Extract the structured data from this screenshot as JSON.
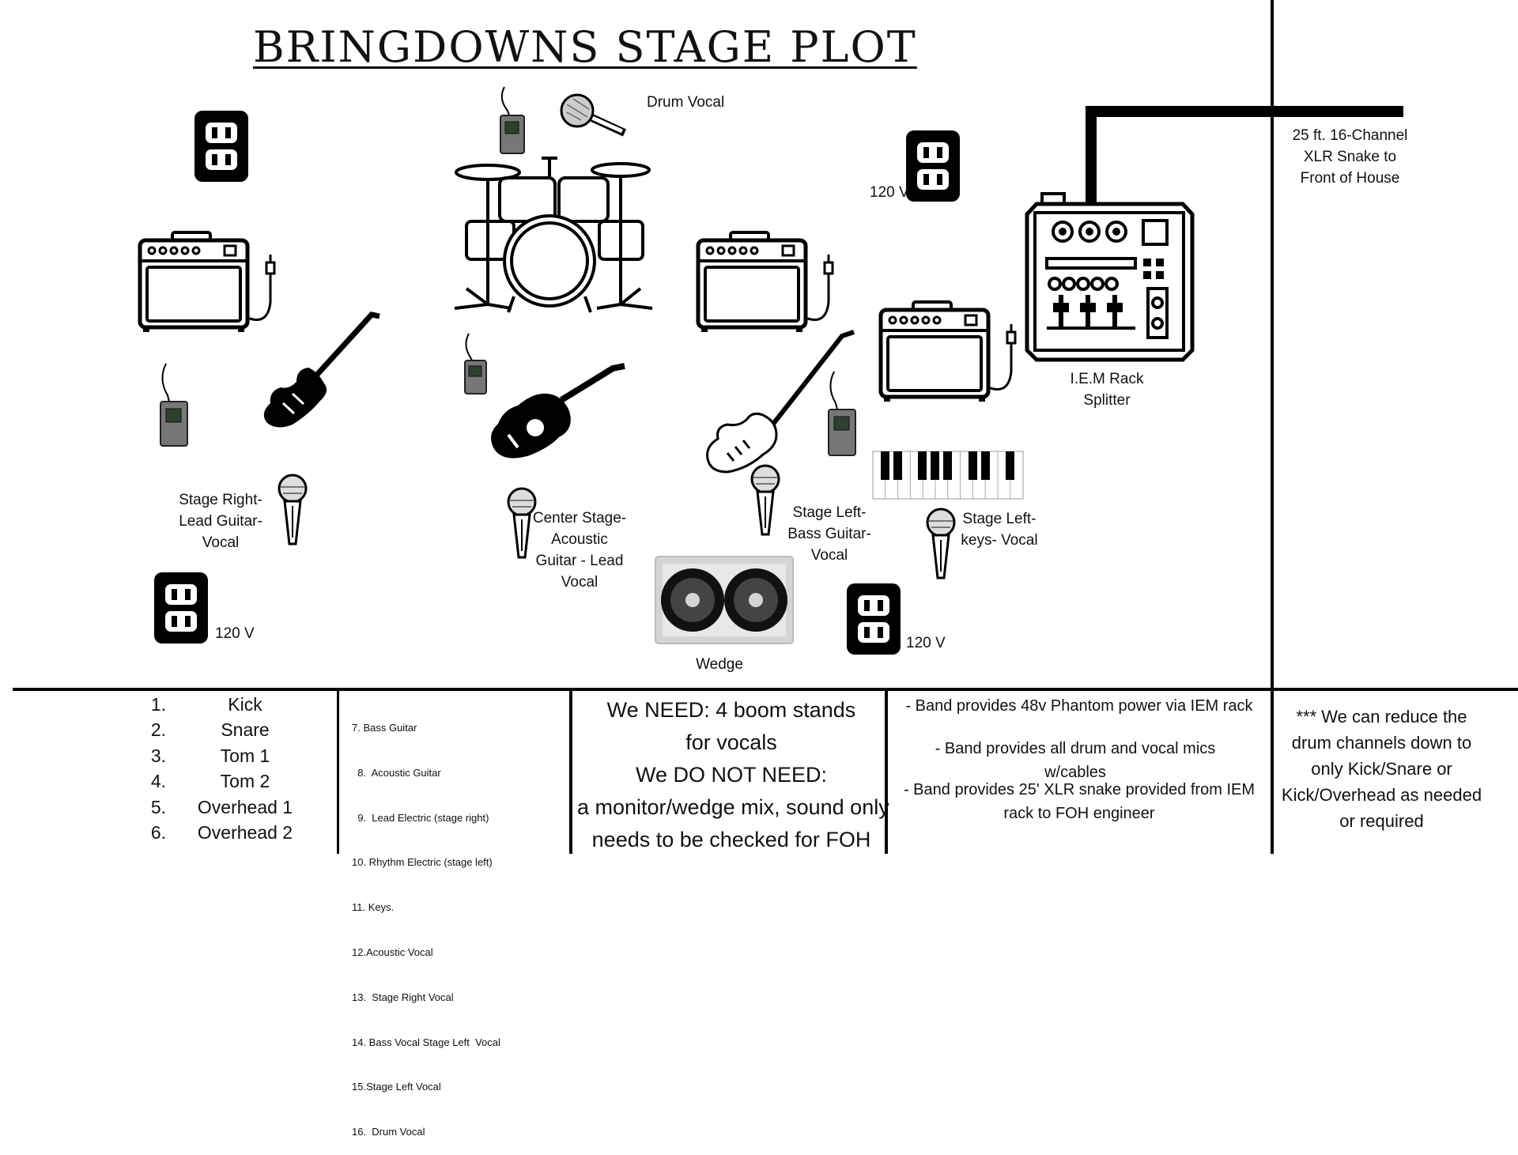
{
  "title": "BRINGDOWNS STAGE PLOT",
  "labels": {
    "drum_vocal": "Drum Vocal",
    "volt_1": "120 V",
    "volt_2": "120 V",
    "volt_3": "120 V",
    "snake": [
      "25 ft.  16-Channel",
      "XLR Snake to",
      "Front of House"
    ],
    "iem": [
      "I.E.M Rack",
      "Splitter"
    ],
    "stage_right": [
      "Stage Right-",
      "Lead Guitar-",
      "Vocal"
    ],
    "center_stage": [
      "Center Stage-",
      "Acoustic",
      "Guitar - Lead",
      "Vocal"
    ],
    "stage_left_bass": [
      "Stage Left-",
      "Bass Guitar-",
      "Vocal"
    ],
    "stage_left_keys": [
      "Stage Left-",
      "keys- Vocal"
    ],
    "wedge": "Wedge"
  },
  "channels": [
    {
      "n": "1.",
      "name": "Kick"
    },
    {
      "n": "2.",
      "name": "Snare"
    },
    {
      "n": "3.",
      "name": "Tom 1"
    },
    {
      "n": "4.",
      "name": "Tom 2"
    },
    {
      "n": "5.",
      "name": "Overhead 1"
    },
    {
      "n": "6.",
      "name": "Overhead 2"
    }
  ],
  "channels_b": [
    "7. Bass Guitar",
    "  8.  Acoustic Guitar",
    "  9.  Lead Electric (stage right)",
    "10. Rhythm Electric (stage left)",
    "11. Keys.",
    "12.Acoustic Vocal",
    "13.  Stage Right Vocal",
    "14. Bass Vocal Stage Left  Vocal",
    "15.Stage Left Vocal",
    "16.  Drum Vocal"
  ],
  "needs": [
    "We NEED: 4 boom stands",
    "for vocals",
    "We DO NOT NEED:",
    "a monitor/wedge mix, sound only",
    "needs to be checked for FOH"
  ],
  "provides": {
    "p1": "- Band provides 48v Phantom power via IEM rack",
    "p2": "- Band provides all drum and vocal mics w/cables",
    "p3": "- Band provides 25' XLR snake provided from IEM rack to FOH engineer"
  },
  "note": "*** We can reduce the drum channels down to only Kick/Snare or Kick/Overhead as needed or required"
}
